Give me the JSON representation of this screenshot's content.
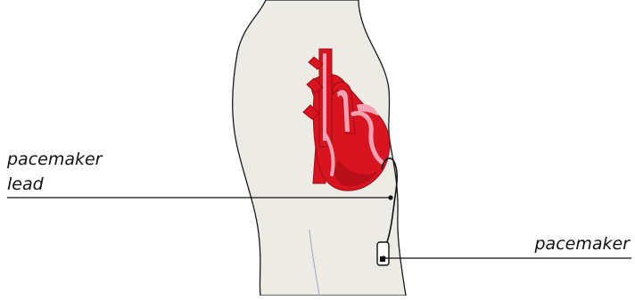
{
  "labels": {
    "lead_line1": "pacemaker",
    "lead_line2": "lead",
    "device": "pacemaker"
  },
  "colors": {
    "body_fill": "#ecebe6",
    "body_stroke": "#1a1a1a",
    "heart_red": "#d7141f",
    "heart_highlight": "#f5a3b4",
    "heart_dark": "#9e0b16",
    "leader_line": "#111111"
  }
}
